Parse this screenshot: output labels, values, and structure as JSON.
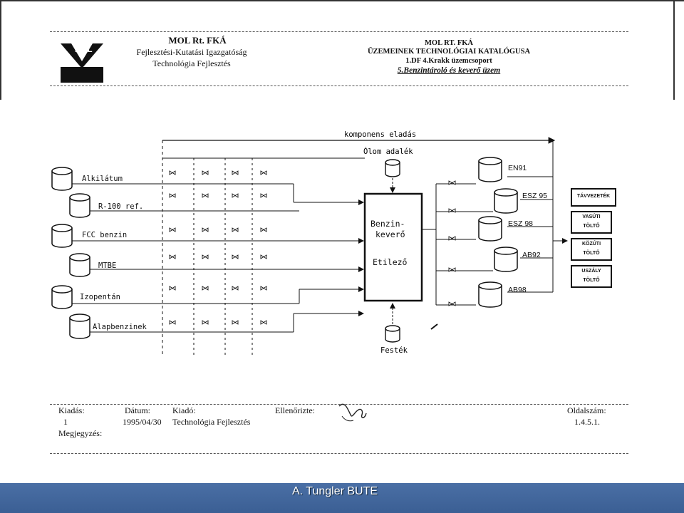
{
  "header_left": {
    "logo_text": "MOL",
    "title": "MOL Rt. FKÁ",
    "line2": "Fejlesztési-Kutatási Igazgatóság",
    "line3": "Technológia Fejlesztés"
  },
  "header_right": {
    "title": "MOL RT. FKÁ",
    "line2": "ÜZEMEINEK TECHNOLÓGIAI KATALÓGUSA",
    "line3": "1.DF 4.Krakk üzemcsoport",
    "subtitle": "5.Benzintároló és keverő üzem"
  },
  "diagram": {
    "komponens_label": "komponens eladás",
    "olom_label": "Ólom adalék",
    "festek_label": "Festék",
    "mixer": {
      "line1": "Benzin-",
      "line2": "keverő",
      "line3": "Etilező"
    },
    "sources": [
      "Alkilátum",
      "R-100 ref.",
      "FCC benzin",
      "MTBE",
      "Izopentán",
      "Alapbenzinek"
    ],
    "products": [
      "EN91",
      "ESZ 95",
      "ESZ 98",
      "AB92",
      "AB98"
    ],
    "destinations": [
      {
        "line1": "TÁVVEZETÉK",
        "line2": ""
      },
      {
        "line1": "VASÚTI",
        "line2": "TÖLTŐ"
      },
      {
        "line1": "KÖZÚTI",
        "line2": "TÖLTŐ"
      },
      {
        "line1": "USZÁLY",
        "line2": "TÖLTŐ"
      }
    ]
  },
  "footer": {
    "kiadas_label": "Kiadás:",
    "kiadas_value": "1",
    "datum_label": "Dátum:",
    "datum_value": "1995/04/30",
    "kiado_label": "Kiadó:",
    "kiado_value": "Technológia Fejlesztés",
    "ellenorizte_label": "Ellenőrizte:",
    "oldalszam_label": "Oldalszám:",
    "oldalszam_value": "1.4.5.1.",
    "megjegyzes_label": "Megjegyzés:"
  },
  "credit": "A. Tungler BUTE"
}
